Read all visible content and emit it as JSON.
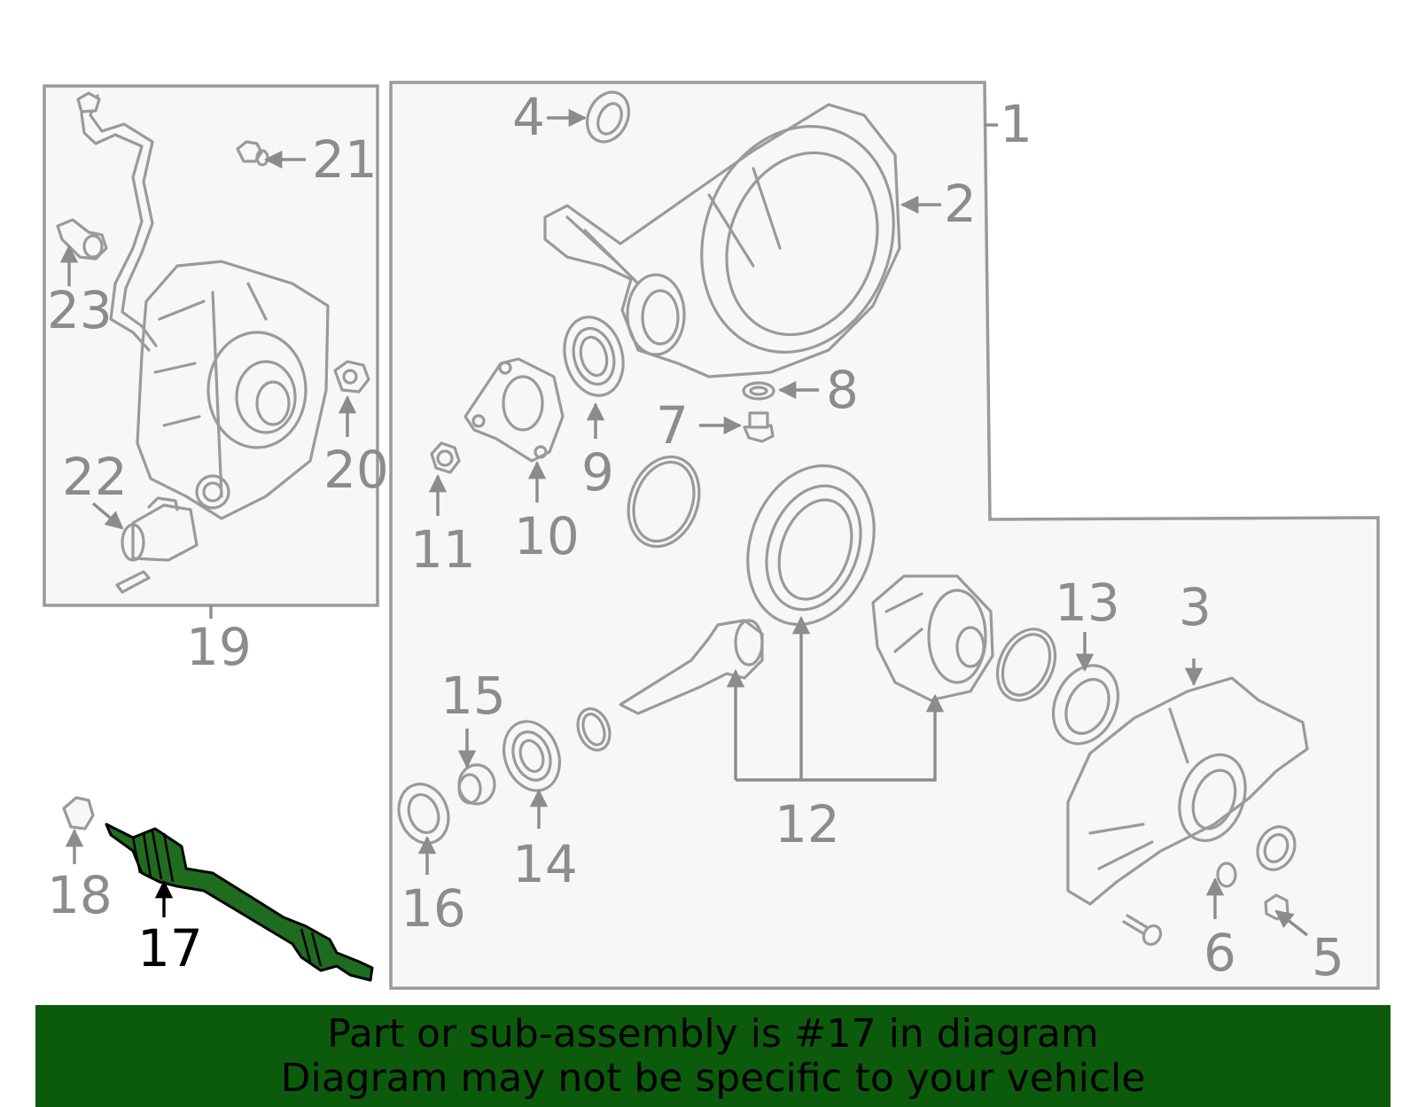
{
  "diagram": {
    "callouts": {
      "c1": "1",
      "c2": "2",
      "c3": "3",
      "c4": "4",
      "c5": "5",
      "c6": "6",
      "c7": "7",
      "c8": "8",
      "c9": "9",
      "c10": "10",
      "c11": "11",
      "c12": "12",
      "c13": "13",
      "c14": "14",
      "c15": "15",
      "c16": "16",
      "c17": "17",
      "c18": "18",
      "c19": "19",
      "c20": "20",
      "c21": "21",
      "c22": "22",
      "c23": "23"
    },
    "highlighted_part": "17",
    "colors": {
      "outline": "#9a9a9a",
      "label": "#8c8c8c",
      "highlight_part": "#1f6b1f",
      "banner": "#0c5b0c"
    }
  },
  "banner": {
    "line1": "Part or sub-assembly is #17 in diagram",
    "line2": "Diagram may not be specific to your vehicle"
  }
}
